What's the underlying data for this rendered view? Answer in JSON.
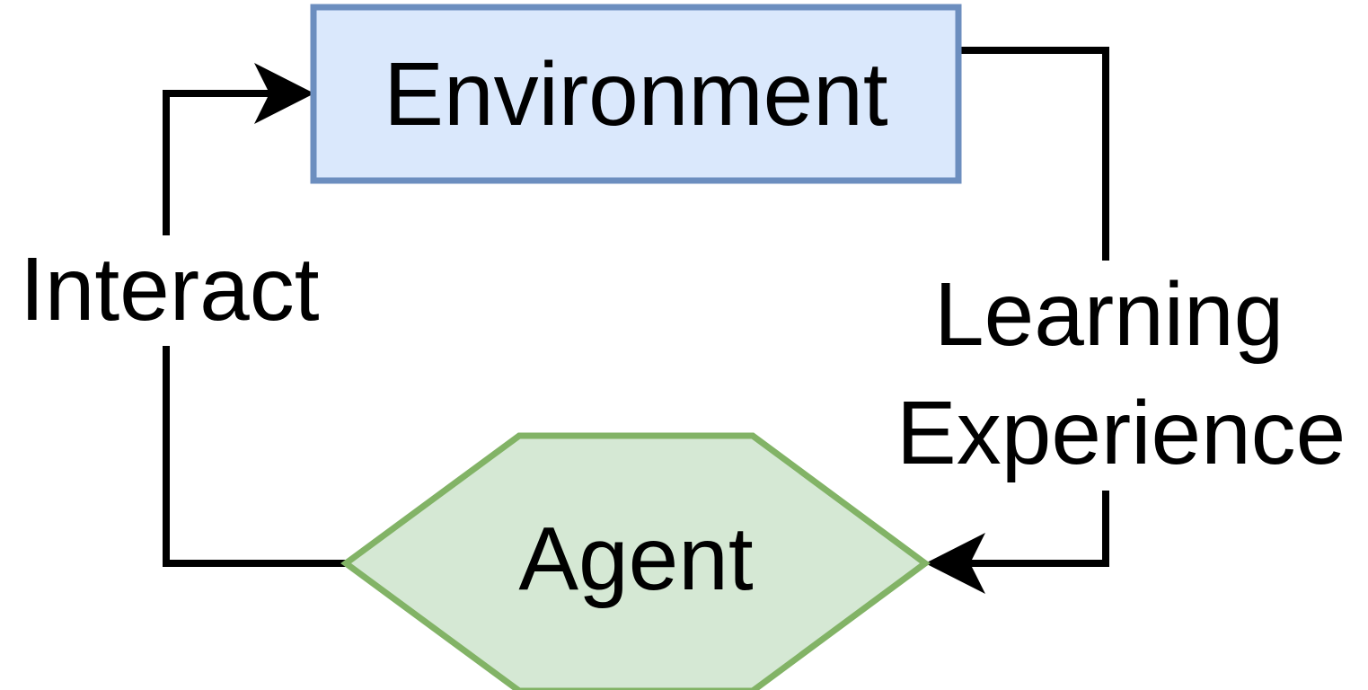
{
  "nodes": {
    "environment": {
      "label": "Environment",
      "fill": "#dae8fc",
      "stroke": "#6c8ebf"
    },
    "agent": {
      "label": "Agent",
      "fill": "#d5e8d4",
      "stroke": "#82b366"
    }
  },
  "edges": {
    "interact": {
      "label": "Interact",
      "from": "Agent",
      "to": "Environment"
    },
    "learning_experience": {
      "label_line1": "Learning",
      "label_line2": "Experience",
      "from": "Environment",
      "to": "Agent"
    }
  },
  "colors": {
    "line": "#000000",
    "background": "#ffffff"
  }
}
